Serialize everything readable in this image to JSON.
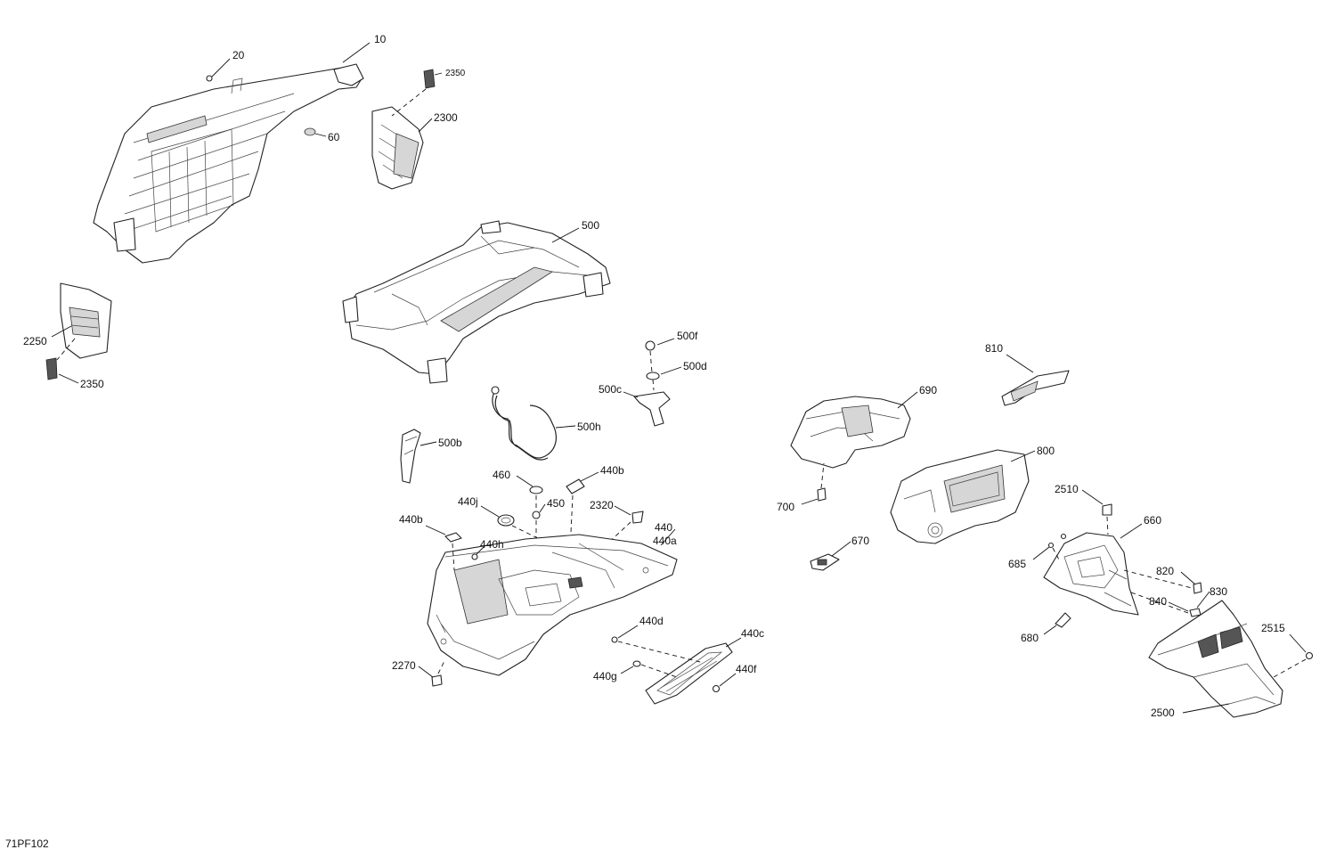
{
  "figure_code": "71PF102",
  "callouts": [
    {
      "id": "c10",
      "text": "10"
    },
    {
      "id": "c20",
      "text": "20"
    },
    {
      "id": "c60",
      "text": "60"
    },
    {
      "id": "c2350a",
      "text": "2350"
    },
    {
      "id": "c2300",
      "text": "2300"
    },
    {
      "id": "c2250",
      "text": "2250"
    },
    {
      "id": "c2350b",
      "text": "2350"
    },
    {
      "id": "c500",
      "text": "500"
    },
    {
      "id": "c500f",
      "text": "500f"
    },
    {
      "id": "c500d",
      "text": "500d"
    },
    {
      "id": "c500c",
      "text": "500c"
    },
    {
      "id": "c500h",
      "text": "500h"
    },
    {
      "id": "c500b",
      "text": "500b"
    },
    {
      "id": "c460",
      "text": "460"
    },
    {
      "id": "c440b1",
      "text": "440b"
    },
    {
      "id": "c440j",
      "text": "440j"
    },
    {
      "id": "c450",
      "text": "450"
    },
    {
      "id": "c2320",
      "text": "2320"
    },
    {
      "id": "c440b2",
      "text": "440b"
    },
    {
      "id": "c440",
      "text": "440"
    },
    {
      "id": "c440a",
      "text": "440a"
    },
    {
      "id": "c440h",
      "text": "440h"
    },
    {
      "id": "c440d",
      "text": "440d"
    },
    {
      "id": "c440c",
      "text": "440c"
    },
    {
      "id": "c440g",
      "text": "440g"
    },
    {
      "id": "c440f",
      "text": "440f"
    },
    {
      "id": "c2270",
      "text": "2270"
    },
    {
      "id": "c810",
      "text": "810"
    },
    {
      "id": "c690",
      "text": "690"
    },
    {
      "id": "c800",
      "text": "800"
    },
    {
      "id": "c700",
      "text": "700"
    },
    {
      "id": "c2510",
      "text": "2510"
    },
    {
      "id": "c670",
      "text": "670"
    },
    {
      "id": "c660",
      "text": "660"
    },
    {
      "id": "c685",
      "text": "685"
    },
    {
      "id": "c820",
      "text": "820"
    },
    {
      "id": "c830",
      "text": "830"
    },
    {
      "id": "c840",
      "text": "840"
    },
    {
      "id": "c680",
      "text": "680"
    },
    {
      "id": "c2515",
      "text": "2515"
    },
    {
      "id": "c2500",
      "text": "2500"
    }
  ]
}
